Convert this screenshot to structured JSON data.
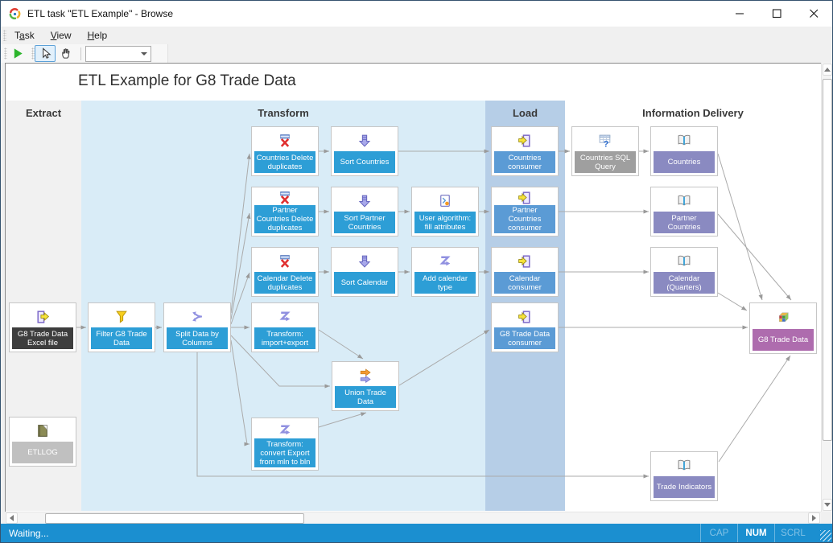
{
  "window": {
    "title": "ETL task \"ETL Example\" - Browse"
  },
  "menu": {
    "items": [
      {
        "pre": "T",
        "mn": "a",
        "post": "sk"
      },
      {
        "pre": "",
        "mn": "V",
        "post": "iew"
      },
      {
        "pre": "",
        "mn": "H",
        "post": "elp"
      }
    ]
  },
  "toolbar": {
    "combo_value": ""
  },
  "diagram": {
    "title": "ETL Example for G8 Trade Data",
    "lanes": {
      "extract": "Extract",
      "transform": "Transform",
      "load": "Load",
      "delivery": "Information Delivery"
    }
  },
  "nodes": {
    "excel_file": {
      "label": "G8 Trade Data Excel file"
    },
    "etllog": {
      "label": "ETLLOG"
    },
    "filter": {
      "label": "Filter G8 Trade Data"
    },
    "split": {
      "label": "Split Data by Columns"
    },
    "countries_dd": {
      "label": "Countries Delete duplicates"
    },
    "sort_countries": {
      "label": "Sort Countries"
    },
    "partner_dd": {
      "label": "Partner Countries Delete duplicates"
    },
    "sort_partner": {
      "label": "Sort Partner Countries"
    },
    "user_algorithm": {
      "label": "User algorithm: fill attributes"
    },
    "calendar_dd": {
      "label": "Calendar Delete duplicates"
    },
    "sort_calendar": {
      "label": "Sort Calendar"
    },
    "add_calendar_type": {
      "label": "Add calendar type"
    },
    "import_export": {
      "label": "Transform: import+export"
    },
    "union": {
      "label": "Union Trade Data"
    },
    "convert": {
      "label": "Transform: convert Export from mln to bln"
    },
    "countries_consumer": {
      "label": "Countries consumer"
    },
    "partner_consumer": {
      "label": "Partner Countries consumer"
    },
    "calendar_consumer": {
      "label": "Calendar consumer"
    },
    "g8_consumer": {
      "label": "G8 Trade Data consumer"
    },
    "sql_query": {
      "label": "Countries SQL Query"
    },
    "countries_out": {
      "label": "Countries"
    },
    "partner_out": {
      "label": "Partner Countries"
    },
    "calendar_quarters": {
      "label": "Calendar (Quarters)"
    },
    "cube": {
      "label": "G8 Trade Data"
    },
    "trade_indicators": {
      "label": "Trade Indicators"
    }
  },
  "status": {
    "message": "Waiting...",
    "indicators": [
      {
        "label": "CAP",
        "active": false
      },
      {
        "label": "NUM",
        "active": true
      },
      {
        "label": "SCRL",
        "active": false
      }
    ]
  },
  "colors": {
    "transform_label": "#2d9ed6",
    "load_label": "#5b9bd5",
    "delivery_label": "#8a8ac1",
    "cube_label": "#ae6cae",
    "sql_label": "#9f9f9f",
    "extract_file_label": "#3d3d3d",
    "etllog_label": "#c0c0c0",
    "extract_band": "#f1f1f1",
    "transform_band": "#d9ecf7",
    "load_band": "#b6cee7",
    "statusbar": "#1b8fd0",
    "edge": "#ababab"
  }
}
